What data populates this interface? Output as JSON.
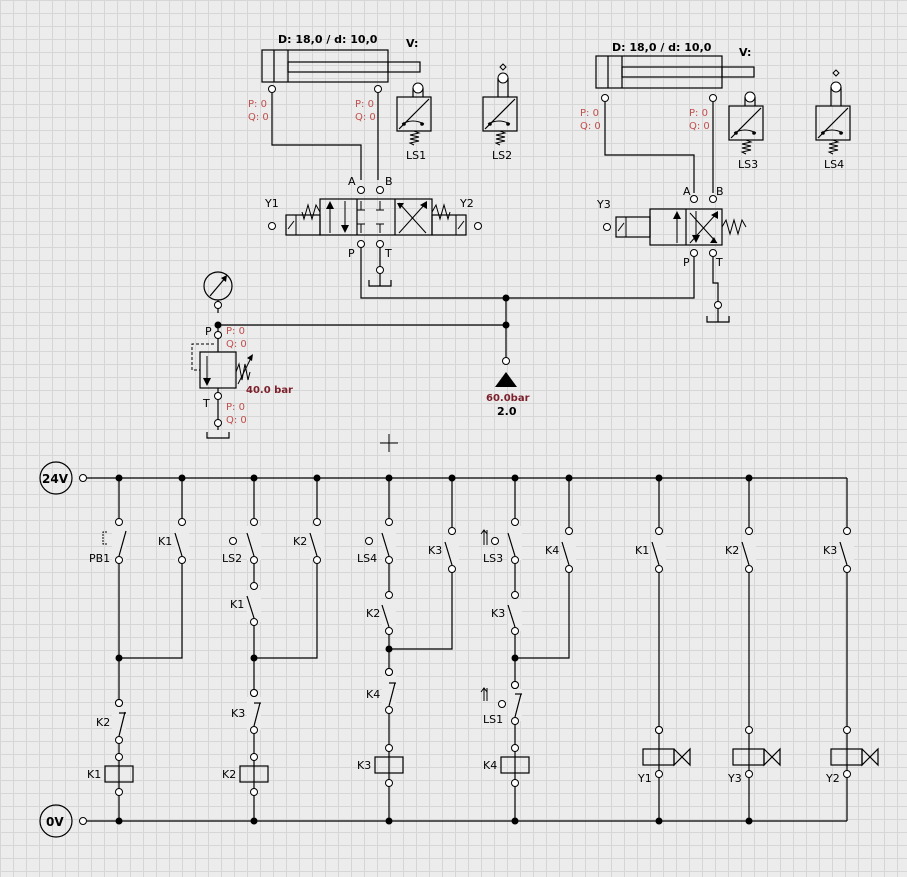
{
  "cylinder1": {
    "dims": "D: 18,0  /  d: 10,0",
    "v": "V:",
    "p_left": "P: 0",
    "q_left": "Q: 0",
    "p_right": "P: 0",
    "q_right": "Q: 0"
  },
  "cylinder2": {
    "dims": "D: 18,0  /  d: 10,0",
    "v": "V:",
    "p_left": "P: 0",
    "q_left": "Q: 0",
    "p_right": "P: 0",
    "q_right": "Q: 0"
  },
  "limit_switches": [
    "LS1",
    "LS2",
    "LS3",
    "LS4"
  ],
  "valve1": {
    "sol_left": "Y1",
    "sol_right": "Y2",
    "port_a": "A",
    "port_b": "B",
    "port_p": "P",
    "port_t": "T"
  },
  "valve2": {
    "sol": "Y3",
    "port_a": "A",
    "port_b": "B",
    "port_p": "P",
    "port_t": "T"
  },
  "relief": {
    "port_p": "P",
    "port_t": "T",
    "p_top": "P: 0",
    "q_top": "Q: 0",
    "p_bot": "P: 0",
    "q_bot": "Q: 0",
    "setting": "40.0 bar"
  },
  "pump": {
    "pressure": "60.0bar",
    "flow": "2.0"
  },
  "rails": {
    "top": "24V",
    "bottom": "0V"
  },
  "circuit": {
    "contacts": [
      "PB1",
      "K1",
      "LS2",
      "K2",
      "LS4",
      "K3",
      "LS3",
      "K4",
      "K1",
      "K2",
      "K3",
      "K1",
      "K2",
      "K3",
      "K2",
      "K3",
      "K4",
      "LS1"
    ],
    "coils": [
      "K1",
      "K2",
      "K3",
      "K4"
    ],
    "solenoids": [
      "Y1",
      "Y3",
      "Y2"
    ]
  }
}
